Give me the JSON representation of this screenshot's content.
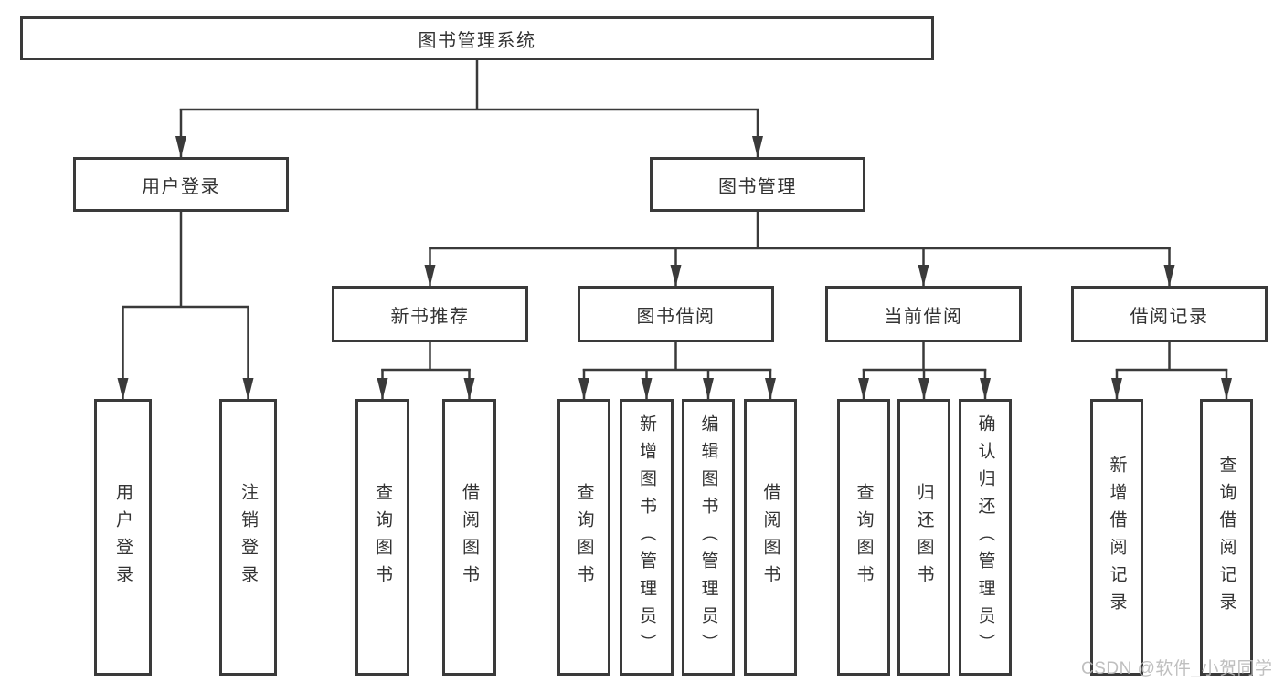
{
  "colors": {
    "line": "#3a3a3a",
    "border": "#3a3a3a",
    "text": "#333333",
    "watermark_color": "#b9b9b9",
    "background": "#ffffff"
  },
  "tree": {
    "root": {
      "label": "图书管理系统"
    },
    "level2": [
      {
        "label": "用户登录",
        "leaves": [
          "用户登录",
          "注销登录"
        ]
      },
      {
        "label": "图书管理"
      }
    ],
    "level3": [
      {
        "label": "新书推荐",
        "leaves": [
          "查询图书",
          "借阅图书"
        ]
      },
      {
        "label": "图书借阅",
        "leaves": [
          "查询图书",
          "新增图书（管理员）",
          "编辑图书（管理员）",
          "借阅图书"
        ]
      },
      {
        "label": "当前借阅",
        "leaves": [
          "查询图书",
          "归还图书",
          "确认归还（管理员）"
        ]
      },
      {
        "label": "借阅记录",
        "leaves": [
          "新增借阅记录",
          "查询借阅记录"
        ]
      }
    ]
  },
  "watermark": {
    "text": "CSDN @软件_小贺同学"
  }
}
